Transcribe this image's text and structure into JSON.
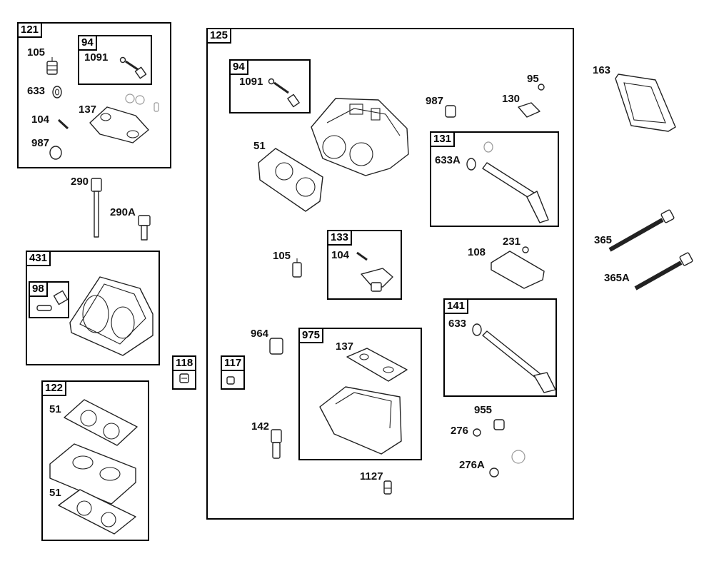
{
  "boxes": {
    "b121": "121",
    "b94a": "94",
    "b125": "125",
    "b94b": "94",
    "b131": "131",
    "b431": "431",
    "b98": "98",
    "b133": "133",
    "b141": "141",
    "b975": "975",
    "b118": "118",
    "b117": "117",
    "b122": "122"
  },
  "labels": {
    "l105a": "105",
    "l1091a": "1091",
    "l633a": "633",
    "l104a": "104",
    "l137a": "137",
    "l987a": "987",
    "l290": "290",
    "l290A": "290A",
    "l1091b": "1091",
    "l95": "95",
    "l987b": "987",
    "l130": "130",
    "l51a": "51",
    "l633A": "633A",
    "l163": "163",
    "l365": "365",
    "l365A": "365A",
    "l105b": "105",
    "l104b": "104",
    "l231": "231",
    "l108": "108",
    "l964": "964",
    "l137b": "137",
    "l633b": "633",
    "l142": "142",
    "l955": "955",
    "l276": "276",
    "l276A": "276A",
    "l1127": "1127",
    "l51b": "51",
    "l51c": "51"
  }
}
